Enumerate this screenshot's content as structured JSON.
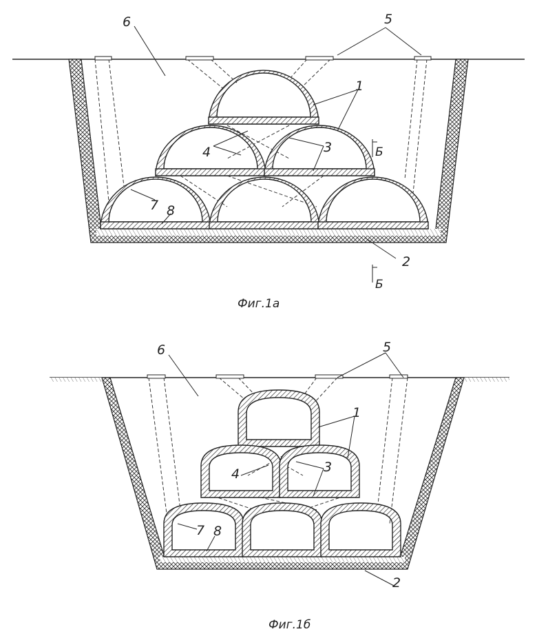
{
  "figures": [
    {
      "caption": "Фиг.1а",
      "labels": {
        "n1": "1",
        "n2": "2",
        "n3": "3",
        "n4": "4",
        "n5": "5",
        "n6": "6",
        "n7": "7",
        "n8": "8"
      },
      "section_mark": "Б"
    },
    {
      "caption": "Фиг.1б",
      "labels": {
        "n1": "1",
        "n2": "2",
        "n3": "3",
        "n4": "4",
        "n5": "5",
        "n6": "6",
        "n7": "7",
        "n8": "8"
      }
    }
  ],
  "colors": {
    "line": "#222222",
    "background": "#ffffff"
  }
}
